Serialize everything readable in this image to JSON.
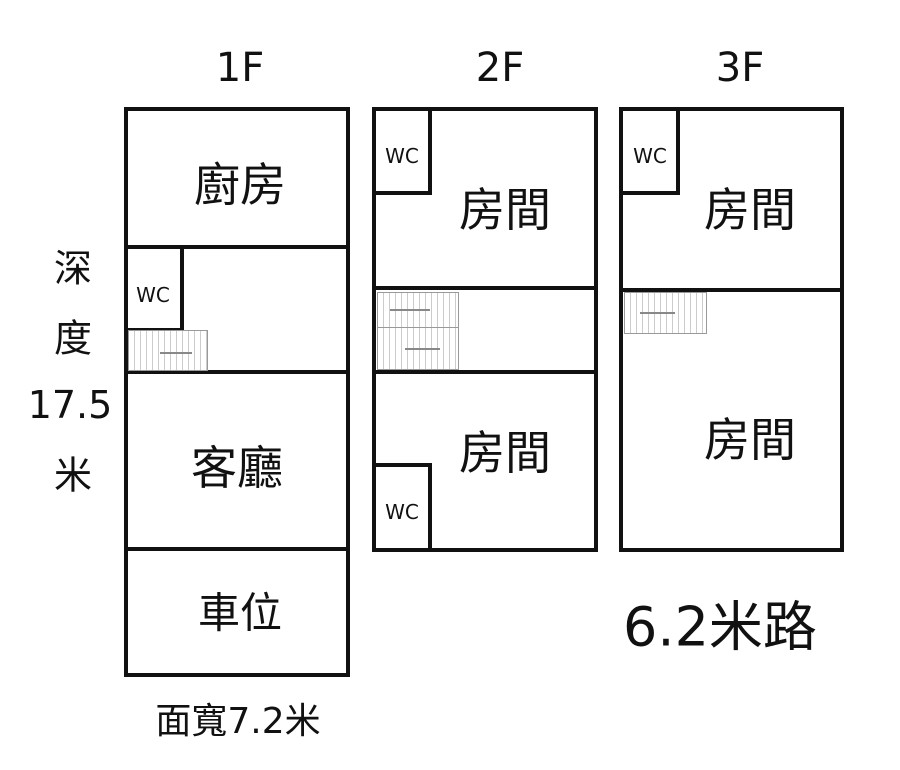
{
  "floors": [
    {
      "label": "1F",
      "rooms": [
        "廚房",
        "客廳",
        "車位"
      ],
      "wc": "WC"
    },
    {
      "label": "2F",
      "rooms": [
        "房間",
        "房間"
      ],
      "wc": "WC"
    },
    {
      "label": "3F",
      "rooms": [
        "房間",
        "房間"
      ],
      "wc": "WC"
    }
  ],
  "depth": {
    "chars": [
      "深",
      "度",
      "17.5",
      "米"
    ]
  },
  "width_label": "面寬7.2米",
  "road_label": "6.2米路"
}
